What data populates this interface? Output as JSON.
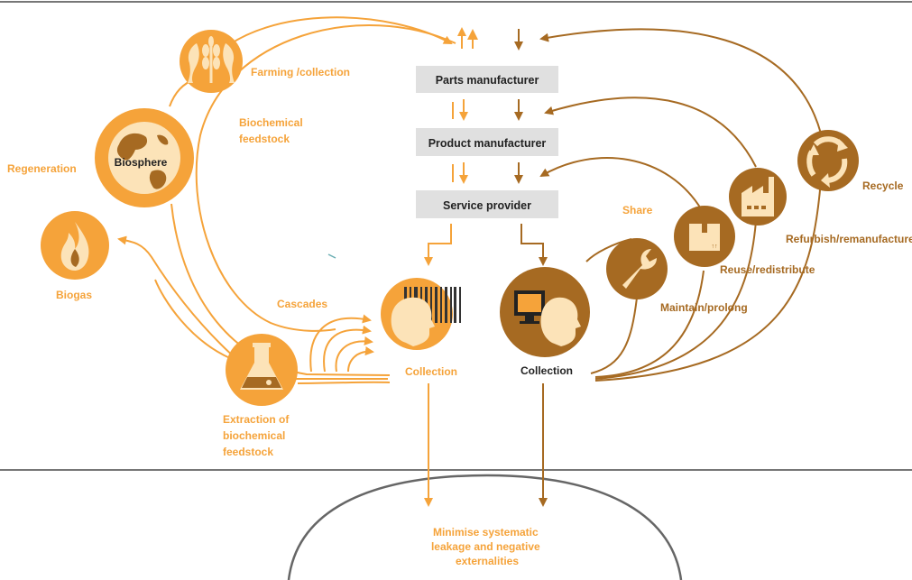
{
  "colors": {
    "biological": "#f5a33a",
    "technical": "#a66a22",
    "box": "#e0e0e0",
    "rule": "#777777",
    "pale": "#fce3b8"
  },
  "boxes": {
    "parts": "Parts manufacturer",
    "product": "Product manufacturer",
    "service": "Service provider"
  },
  "biological": {
    "farming": "Farming /collection",
    "biochem_feedstock": [
      "Biochemical",
      "feedstock"
    ],
    "regeneration": "Regeneration",
    "biosphere": "Biosphere",
    "biogas": "Biogas",
    "cascades": "Cascades",
    "extraction": [
      "Extraction of",
      "biochemical",
      "feedstock"
    ],
    "collection": "Collection"
  },
  "technical": {
    "collection": "Collection",
    "share": "Share",
    "maintain": "Maintain/prolong",
    "reuse": "Reuse/redistribute",
    "refurbish": "Refurbish/remanufacture",
    "recycle": "Recycle"
  },
  "leakage": [
    "Minimise systematic",
    "leakage and negative",
    "externalities"
  ],
  "icons": [
    "farming-icon",
    "biosphere-globe-icon",
    "biogas-flame-icon",
    "flask-icon",
    "barcode-head-icon",
    "computer-head-icon",
    "wrench-icon",
    "box-icon",
    "factory-icon",
    "recycle-icon"
  ]
}
